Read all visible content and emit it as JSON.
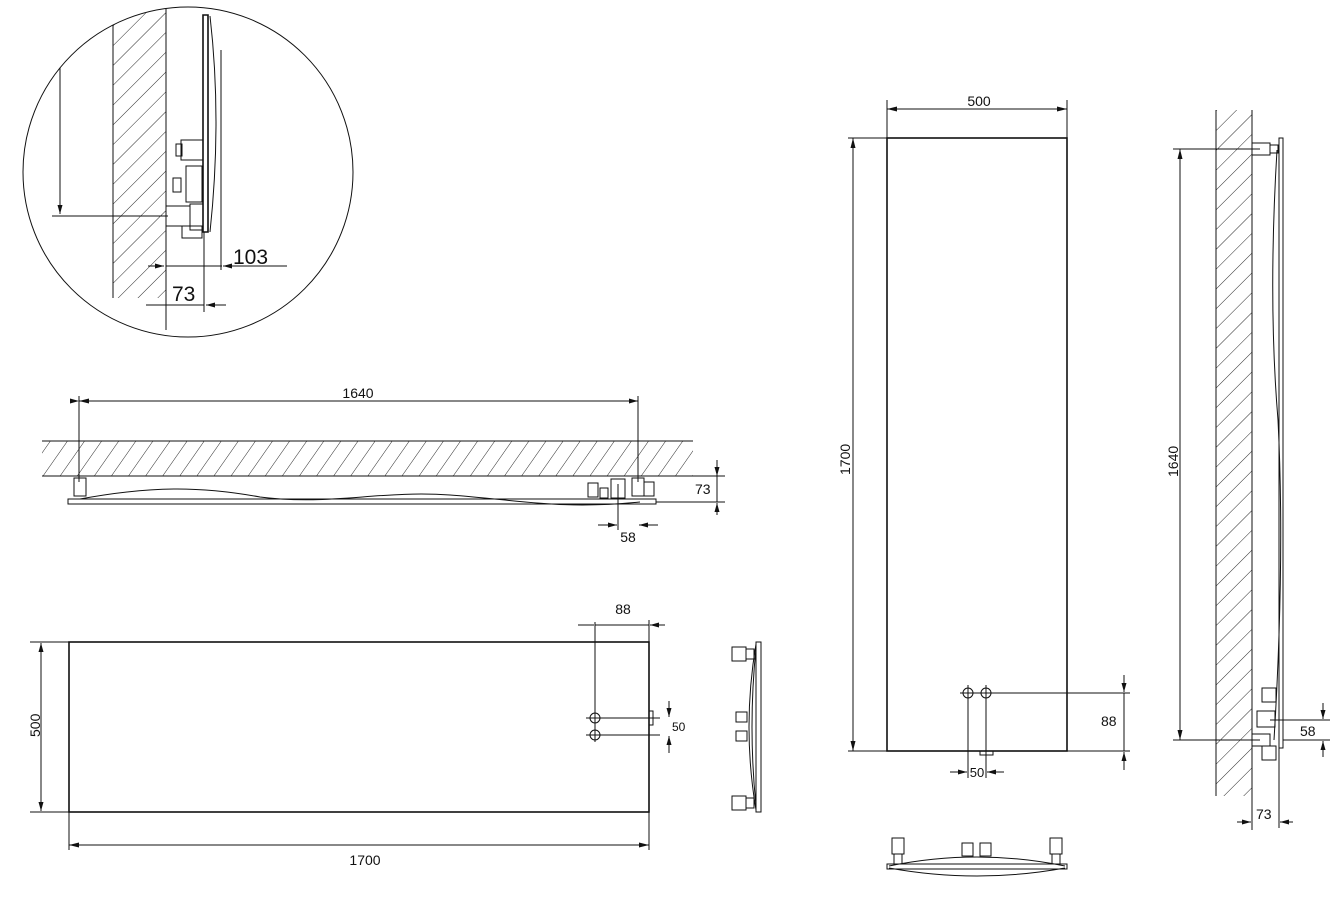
{
  "drawing": {
    "title": "Radiator dimension drawing",
    "units": "mm",
    "views": [
      {
        "id": "detail-circle",
        "description": "Detail view of wall-mounted valve connection",
        "dimensions": {
          "offset_outer": "103",
          "offset_inner": "73"
        }
      },
      {
        "id": "top-view-horizontal",
        "description": "Top view of horizontal installation against wall",
        "dimensions": {
          "bracket_spacing": "1640",
          "wall_offset": "73",
          "valve_offset": "58"
        }
      },
      {
        "id": "front-view-horizontal",
        "description": "Front elevation of horizontal panel",
        "dimensions": {
          "width": "1700",
          "height": "500",
          "connection_from_edge": "88",
          "connection_spacing": "50"
        }
      },
      {
        "id": "side-view-horizontal",
        "description": "Side profile of horizontal panel"
      },
      {
        "id": "front-view-vertical",
        "description": "Front elevation of vertical panel",
        "dimensions": {
          "width": "500",
          "height": "1700",
          "connection_from_bottom": "88",
          "connection_spacing": "50"
        }
      },
      {
        "id": "bottom-view-vertical",
        "description": "Bottom profile of vertical panel"
      },
      {
        "id": "side-view-vertical",
        "description": "Side view of vertical installation against wall",
        "dimensions": {
          "bracket_spacing": "1640",
          "valve_offset": "58",
          "wall_offset": "73"
        }
      }
    ]
  },
  "labels": {
    "d103": "103",
    "d73_detail": "73",
    "d1640_top": "1640",
    "d73_top": "73",
    "d58_top": "58",
    "d88_front": "88",
    "d500_front": "500",
    "d50_front": "50",
    "d1700_front": "1700",
    "d500_vert": "500",
    "d1700_vert": "1700",
    "d88_vert": "88",
    "d50_vert": "50",
    "d1640_side": "1640",
    "d58_side": "58",
    "d73_side": "73"
  },
  "colors": {
    "line": "#111111",
    "background": "#ffffff"
  }
}
